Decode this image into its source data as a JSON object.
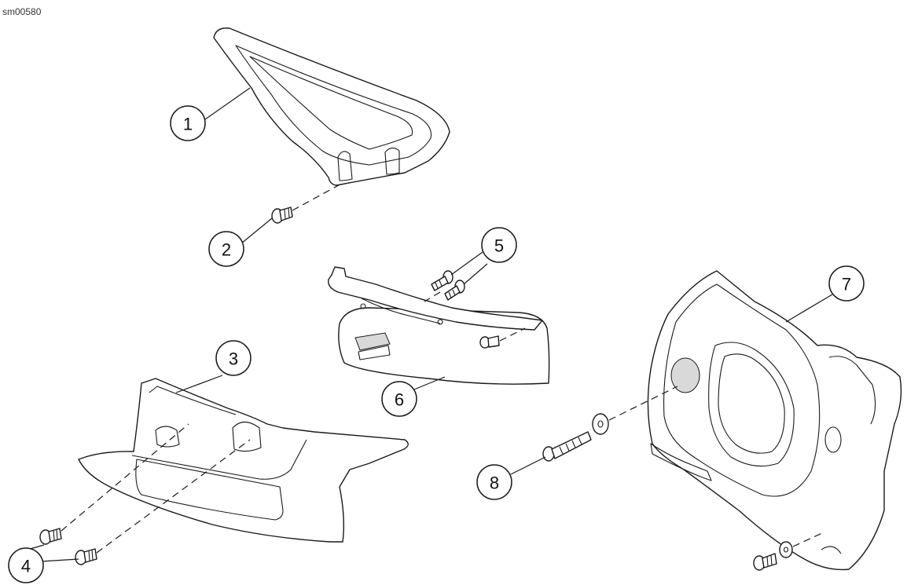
{
  "reference": "sm00580",
  "callouts": [
    {
      "id": "callout-1",
      "label": "1"
    },
    {
      "id": "callout-2",
      "label": "2"
    },
    {
      "id": "callout-3",
      "label": "3"
    },
    {
      "id": "callout-4",
      "label": "4"
    },
    {
      "id": "callout-5",
      "label": "5"
    },
    {
      "id": "callout-6",
      "label": "6"
    },
    {
      "id": "callout-7",
      "label": "7"
    },
    {
      "id": "callout-8",
      "label": "8"
    }
  ]
}
